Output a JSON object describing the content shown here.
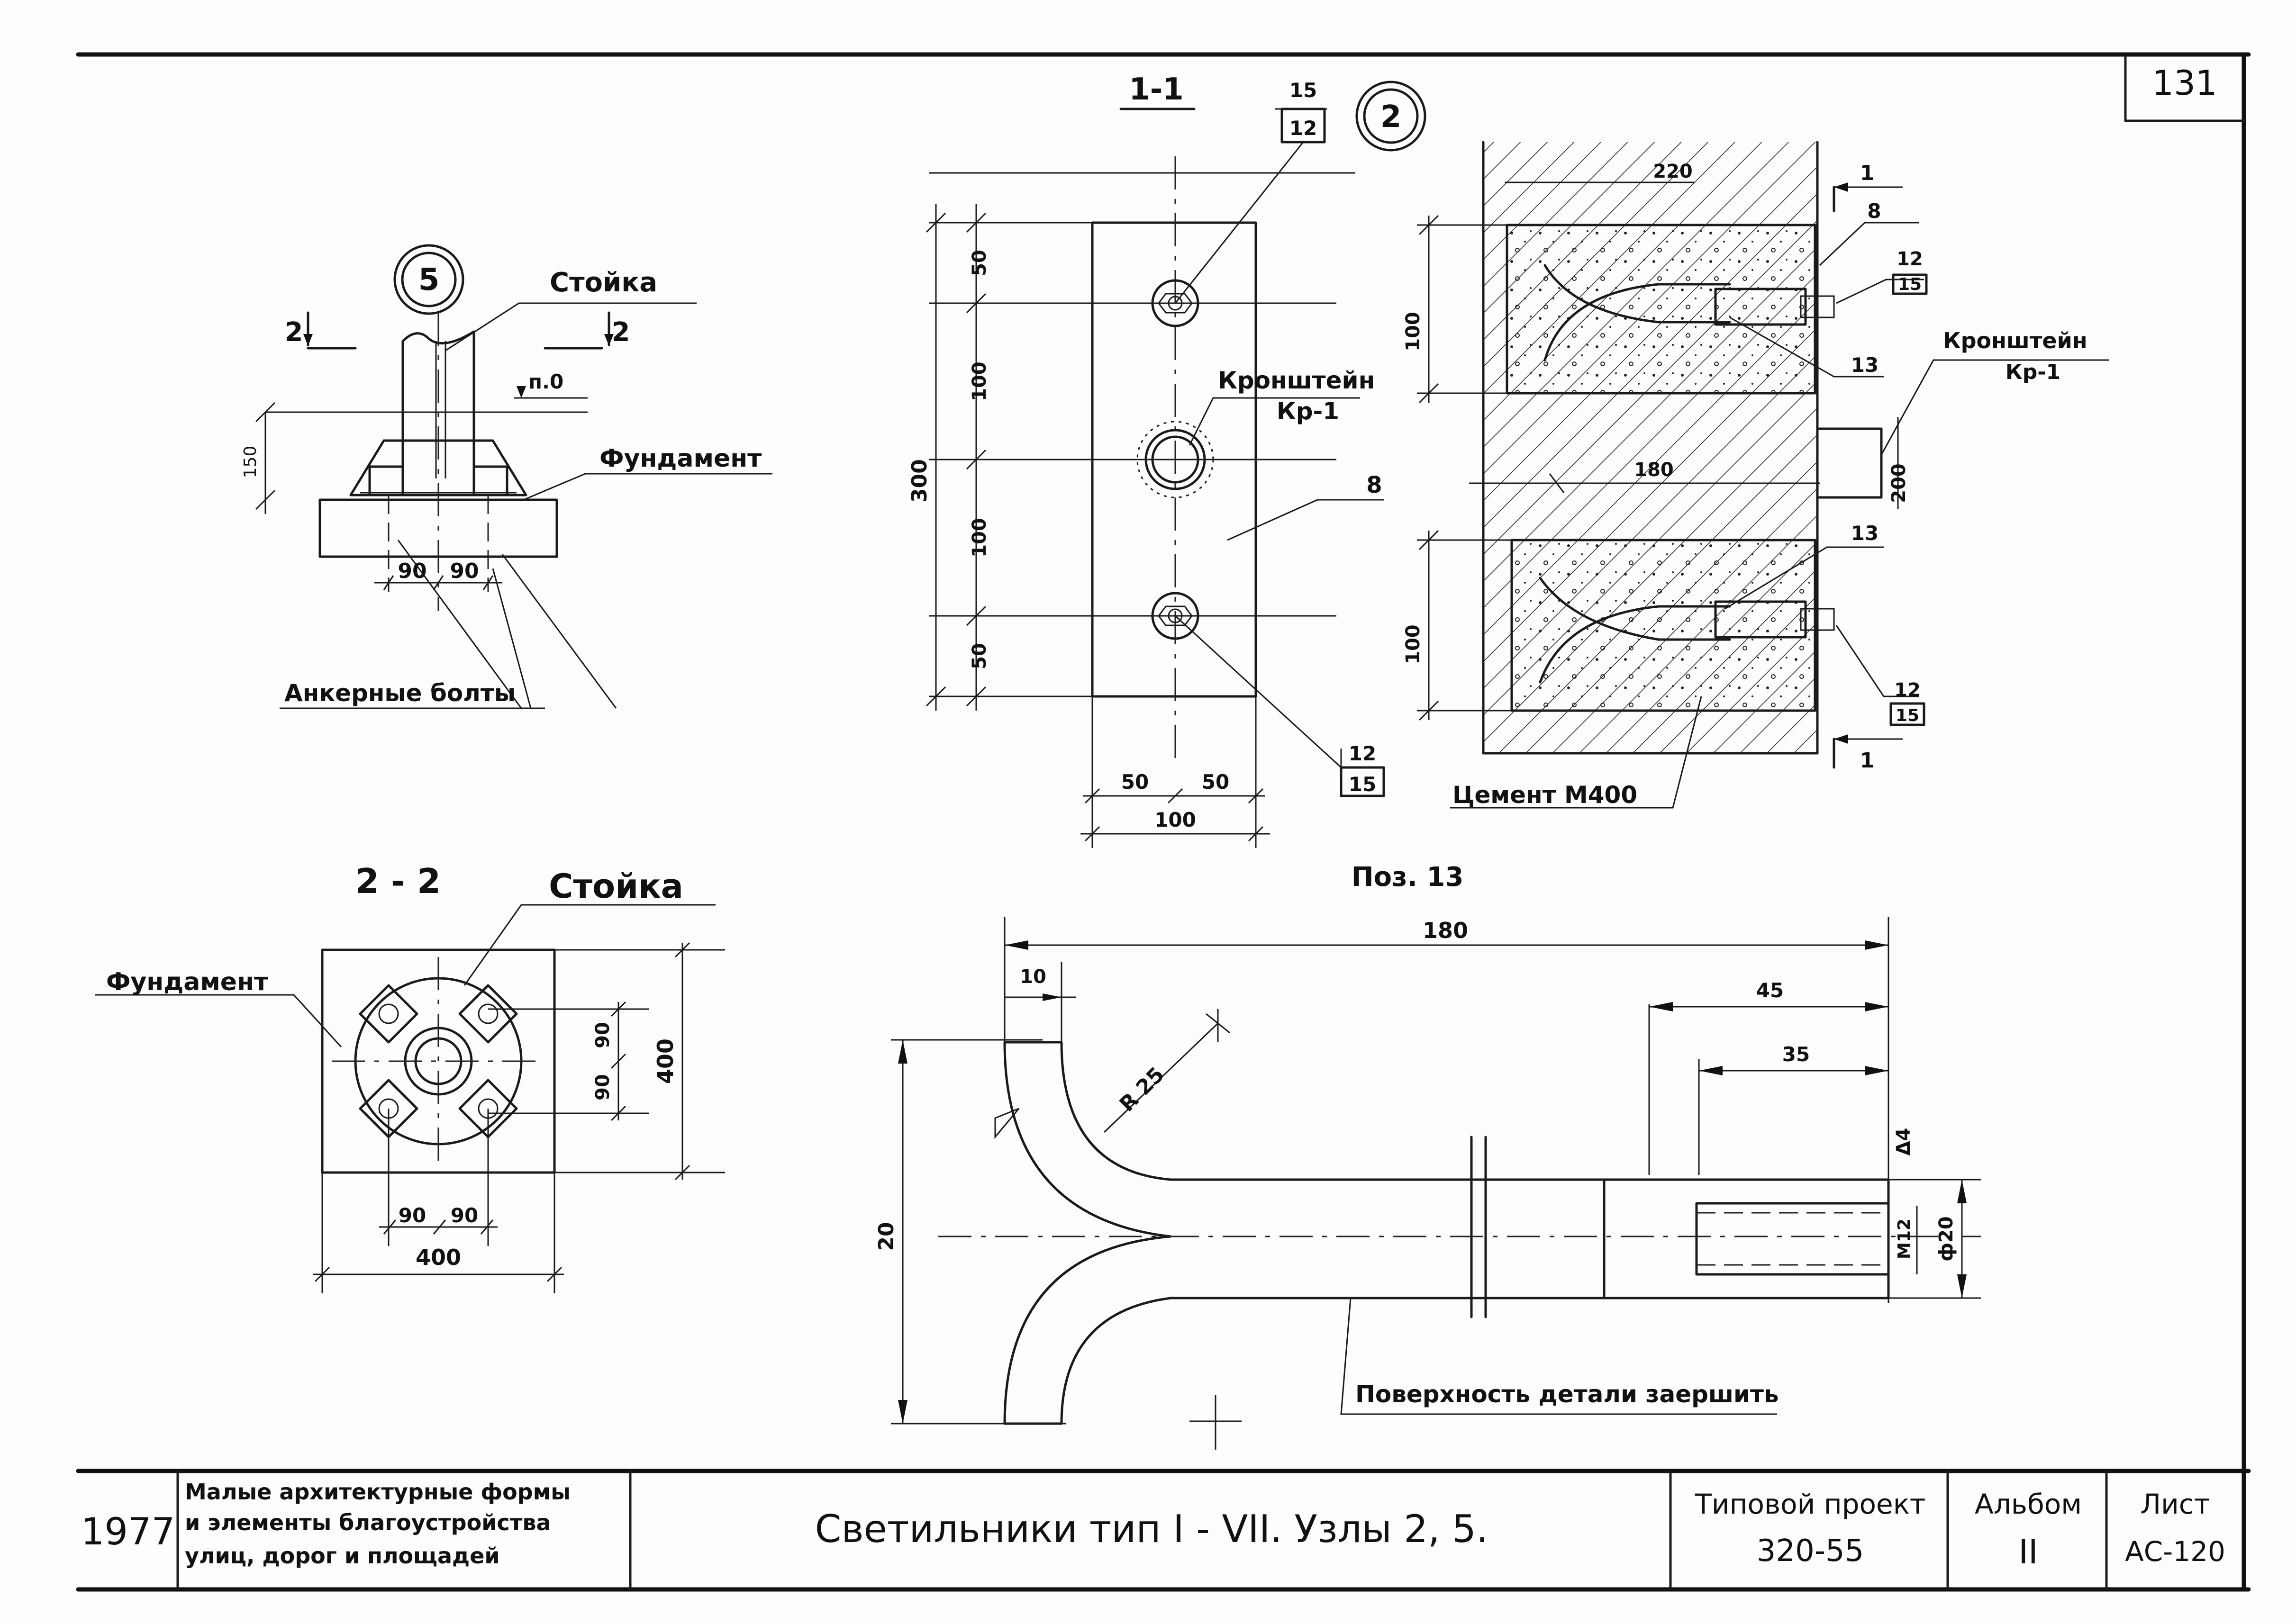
{
  "sheet_number": "131",
  "views": {
    "node5": {
      "callout": "5",
      "section_mark_left": "2",
      "section_mark_right": "2",
      "label_post": "Стойка",
      "label_level": "п.0",
      "label_foundation": "Фундамент",
      "label_anchor_bolts": "Анкерные болты",
      "dim_150": "150",
      "dim_90a": "90",
      "dim_90b": "90"
    },
    "section11": {
      "title": "1-1",
      "callout_top_num": "15",
      "callout_top_den": "12",
      "callout_bottom_num": "12",
      "callout_bottom_den": "15",
      "label_bracket": "Кронштейн",
      "label_bracket_code": "Кр-1",
      "label_pos8": "8",
      "dim_50a": "50",
      "dim_100a": "100",
      "dim_300": "300",
      "dim_100b": "100",
      "dim_50b": "50",
      "dim_50c": "50",
      "dim_50d": "50",
      "dim_100c": "100"
    },
    "node2": {
      "callout": "2",
      "dim_220": "220",
      "dim_100a": "100",
      "dim_180": "180",
      "dim_100b": "100",
      "dim_200": "200",
      "label_8": "8",
      "label_12a": "12",
      "label_15a": "15",
      "label_13a": "13",
      "label_13b": "13",
      "label_12b": "12",
      "label_15b": "15",
      "label_bracket": "Кронштейн",
      "label_bracket_code": "Кр-1",
      "label_cement": "Цемент М400",
      "section_mark_top": "1",
      "section_mark_bottom": "1"
    },
    "section22": {
      "title": "2 - 2",
      "label_post": "Стойка",
      "label_foundation": "Фундамент",
      "dim_90a": "90",
      "dim_90b": "90",
      "dim_400v": "400",
      "dim_90c": "90",
      "dim_90d": "90",
      "dim_400h": "400"
    },
    "pos13": {
      "title": "Поз. 13",
      "dim_180": "180",
      "dim_10": "10",
      "dim_45": "45",
      "dim_35": "35",
      "dim_r25": "R 25",
      "dim_20": "20",
      "dim_d4": "Δ4",
      "dim_m12": "М12",
      "dim_phi20": "ф20",
      "note_surface": "Поверхность детали заершить"
    }
  },
  "title_block": {
    "year": "1977",
    "series_line1": "Малые архитектурные формы",
    "series_line2": "и элементы благоустройства",
    "series_line3": "улиц, дорог и площадей",
    "drawing_title": "Светильники тип I - VII.  Узлы 2, 5.",
    "project_label": "Типовой проект",
    "project_number": "320-55",
    "album_label": "Альбом",
    "album_number": "II",
    "sheet_label": "Лист",
    "sheet_code": "АС-120"
  }
}
